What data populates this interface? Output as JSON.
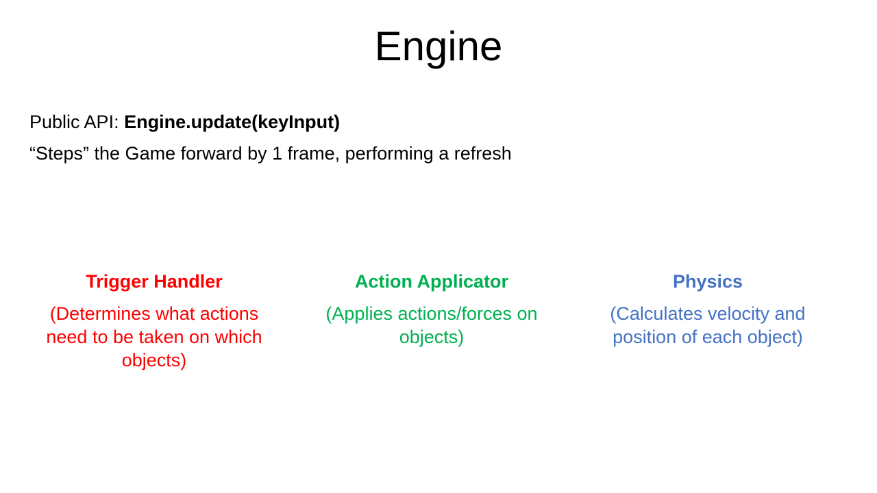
{
  "slide": {
    "title": "Engine",
    "api_prefix": "Public API: ",
    "api_call": "Engine.update(keyInput)",
    "description": "“Steps” the Game forward by 1 frame, performing a refresh"
  },
  "columns": [
    {
      "heading": "Trigger Handler",
      "description": "(Determines what actions need to be taken on which objects)",
      "color": "#ff0000"
    },
    {
      "heading": "Action Applicator",
      "description": "(Applies actions/forces on objects)",
      "color": "#00b050"
    },
    {
      "heading": "Physics",
      "description": "(Calculates velocity and position of each object)",
      "color": "#4472c4"
    }
  ]
}
